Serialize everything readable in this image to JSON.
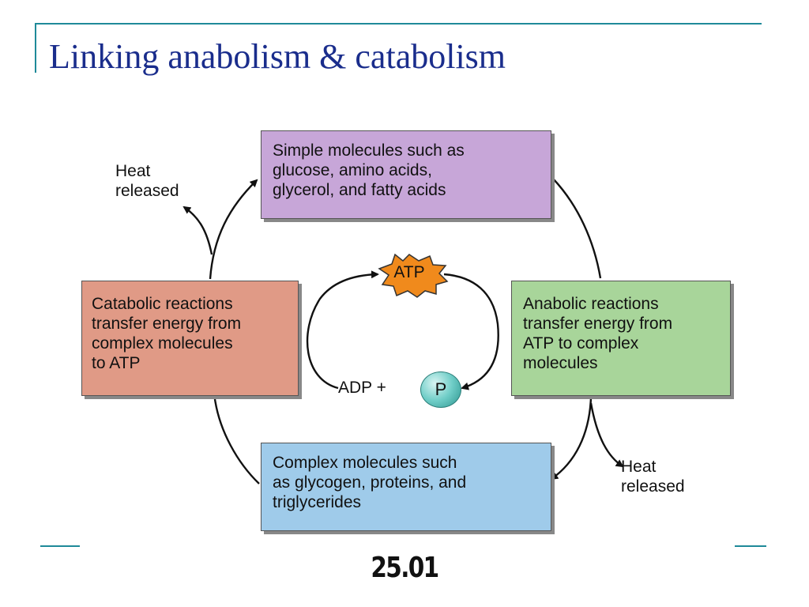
{
  "slide": {
    "title": "Linking anabolism & catabolism",
    "figure_number": "25.01"
  },
  "diagram": {
    "simple_molecules": "Simple molecules such as\nglucose, amino acids,\nglycerol, and fatty acids",
    "complex_molecules": "Complex molecules such\nas glycogen, proteins, and\ntriglycerides",
    "catabolic": "Catabolic reactions\ntransfer energy from\ncomplex molecules\nto ATP",
    "anabolic": "Anabolic reactions\ntransfer energy from\nATP to complex\nmolecules",
    "heat_left": "Heat\nreleased",
    "heat_right": "Heat\nreleased",
    "atp": "ATP",
    "adp": "ADP +",
    "phosphate": "P"
  },
  "colors": {
    "title": "#1a2d8c",
    "rule": "#1f8a99",
    "simple_box": "#c7a6d8",
    "complex_box": "#9fcbea",
    "catabolic_box": "#e09a86",
    "anabolic_box": "#a8d59a",
    "atp_star": "#f08a1c",
    "phosphate": "#6fcdc7"
  }
}
